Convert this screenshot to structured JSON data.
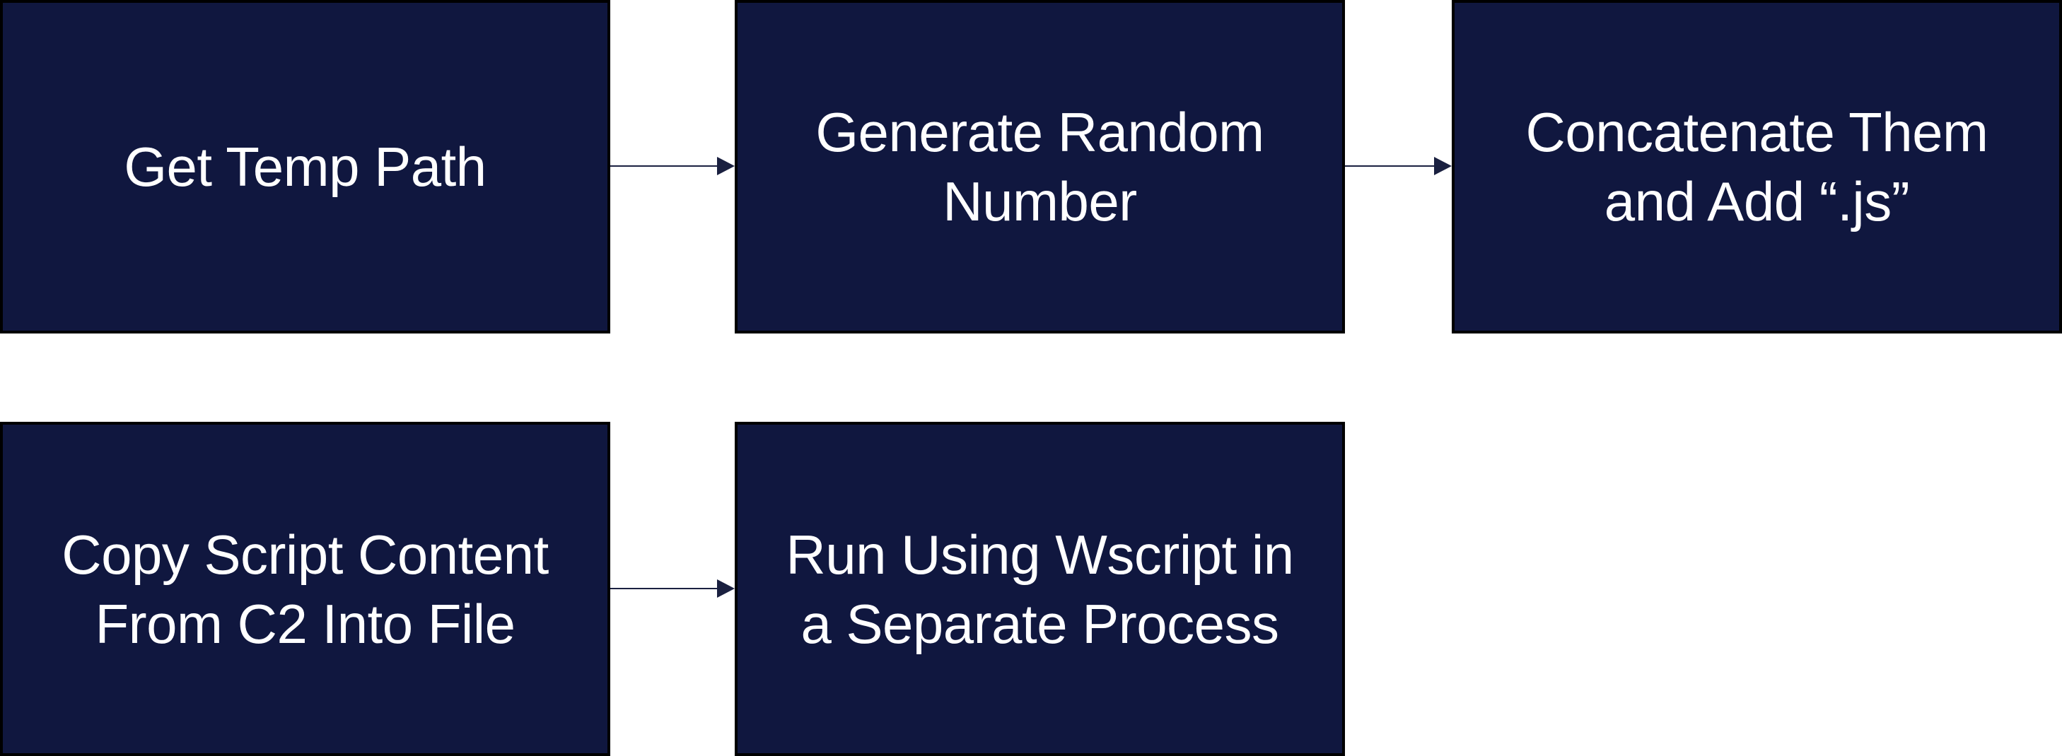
{
  "steps": [
    {
      "id": "get-temp-path",
      "label": "Get Temp Path"
    },
    {
      "id": "generate-random-number",
      "label": "Generate Random\nNumber"
    },
    {
      "id": "concatenate",
      "label": "Concatenate Them\nand Add “.js”"
    },
    {
      "id": "copy-script",
      "label": "Copy Script Content\nFrom C2 Into File"
    },
    {
      "id": "run-wscript",
      "label": "Run Using Wscript in\na Separate Process"
    }
  ],
  "colors": {
    "box_fill": "#10173f",
    "box_border": "#000000",
    "text": "#ffffff",
    "arrow": "#1a2040"
  }
}
